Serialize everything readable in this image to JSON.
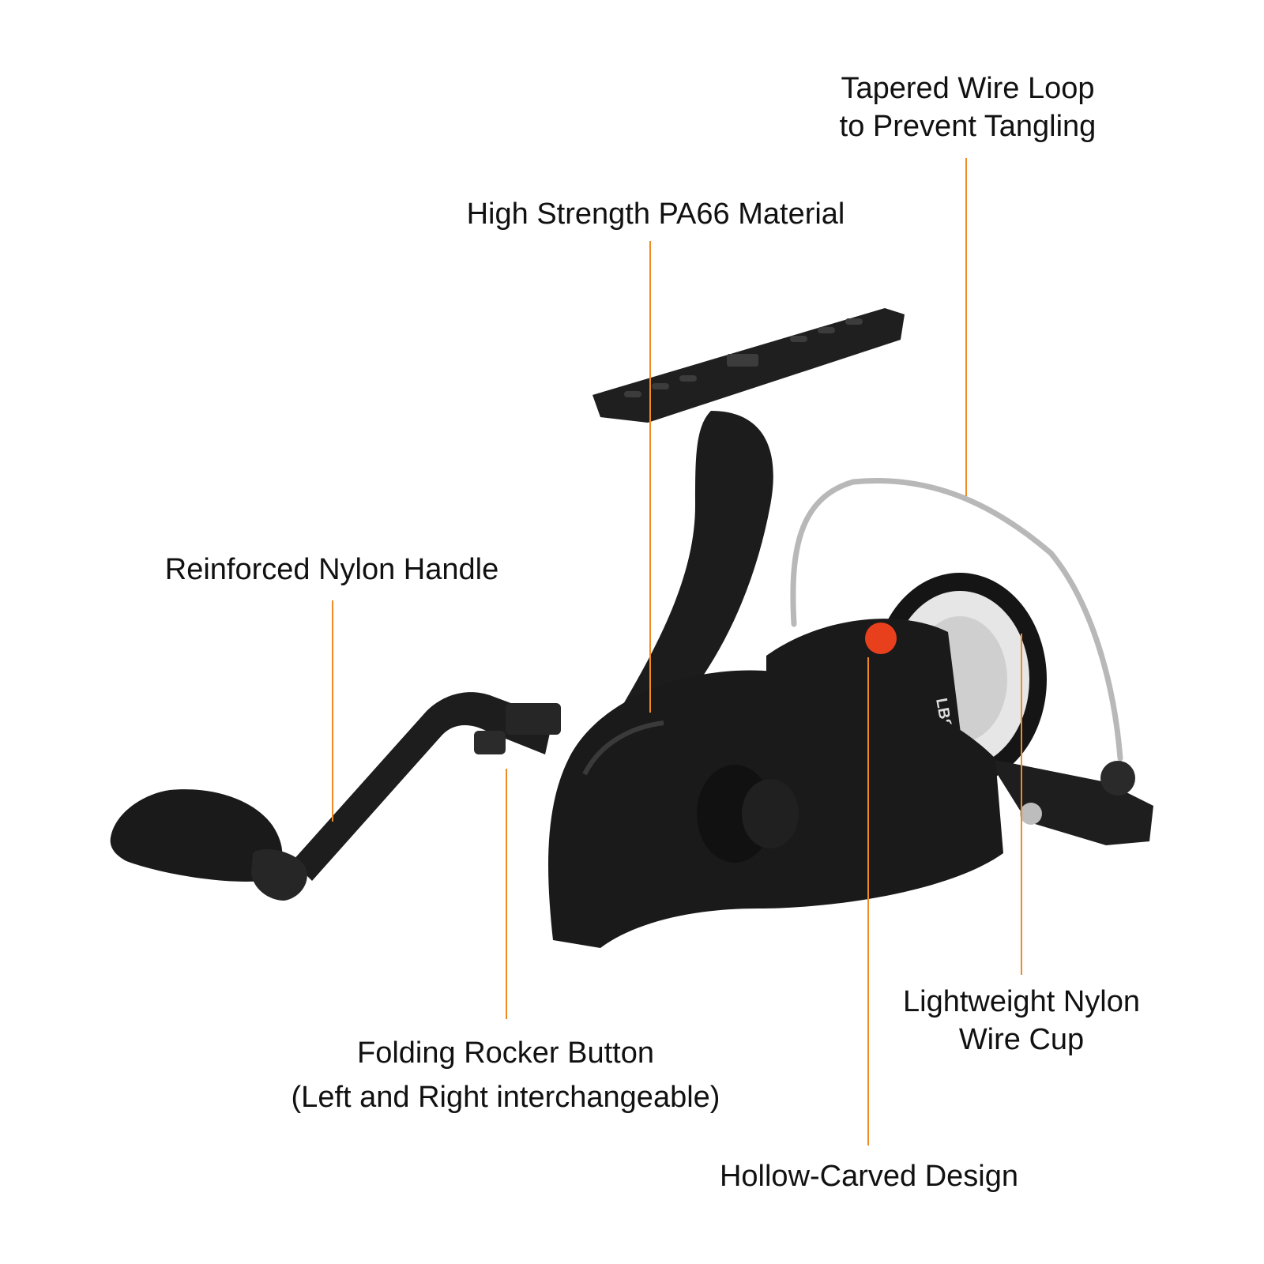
{
  "colors": {
    "leader_line": "#f08a24",
    "reel_body": "#1a1a1a",
    "reel_highlight": "#3a3a3a",
    "drag_button": "#e8401c",
    "bail_wire": "#b8b8b8"
  },
  "labels": {
    "wire_loop": {
      "line1": "Tapered Wire Loop",
      "line2": "to Prevent Tangling"
    },
    "material": {
      "line1": "High Strength PA66 Material"
    },
    "handle": {
      "line1": "Reinforced Nylon Handle"
    },
    "rocker": {
      "line1": "Folding Rocker Button",
      "line2": "(Left and Right interchangeable)"
    },
    "cup": {
      "line1": "Lightweight Nylon",
      "line2": "Wire Cup"
    },
    "hollow": {
      "line1": "Hollow-Carved Design"
    }
  },
  "product": {
    "spool_text": "LBS/YDS",
    "illustration": "spinning-fishing-reel"
  }
}
